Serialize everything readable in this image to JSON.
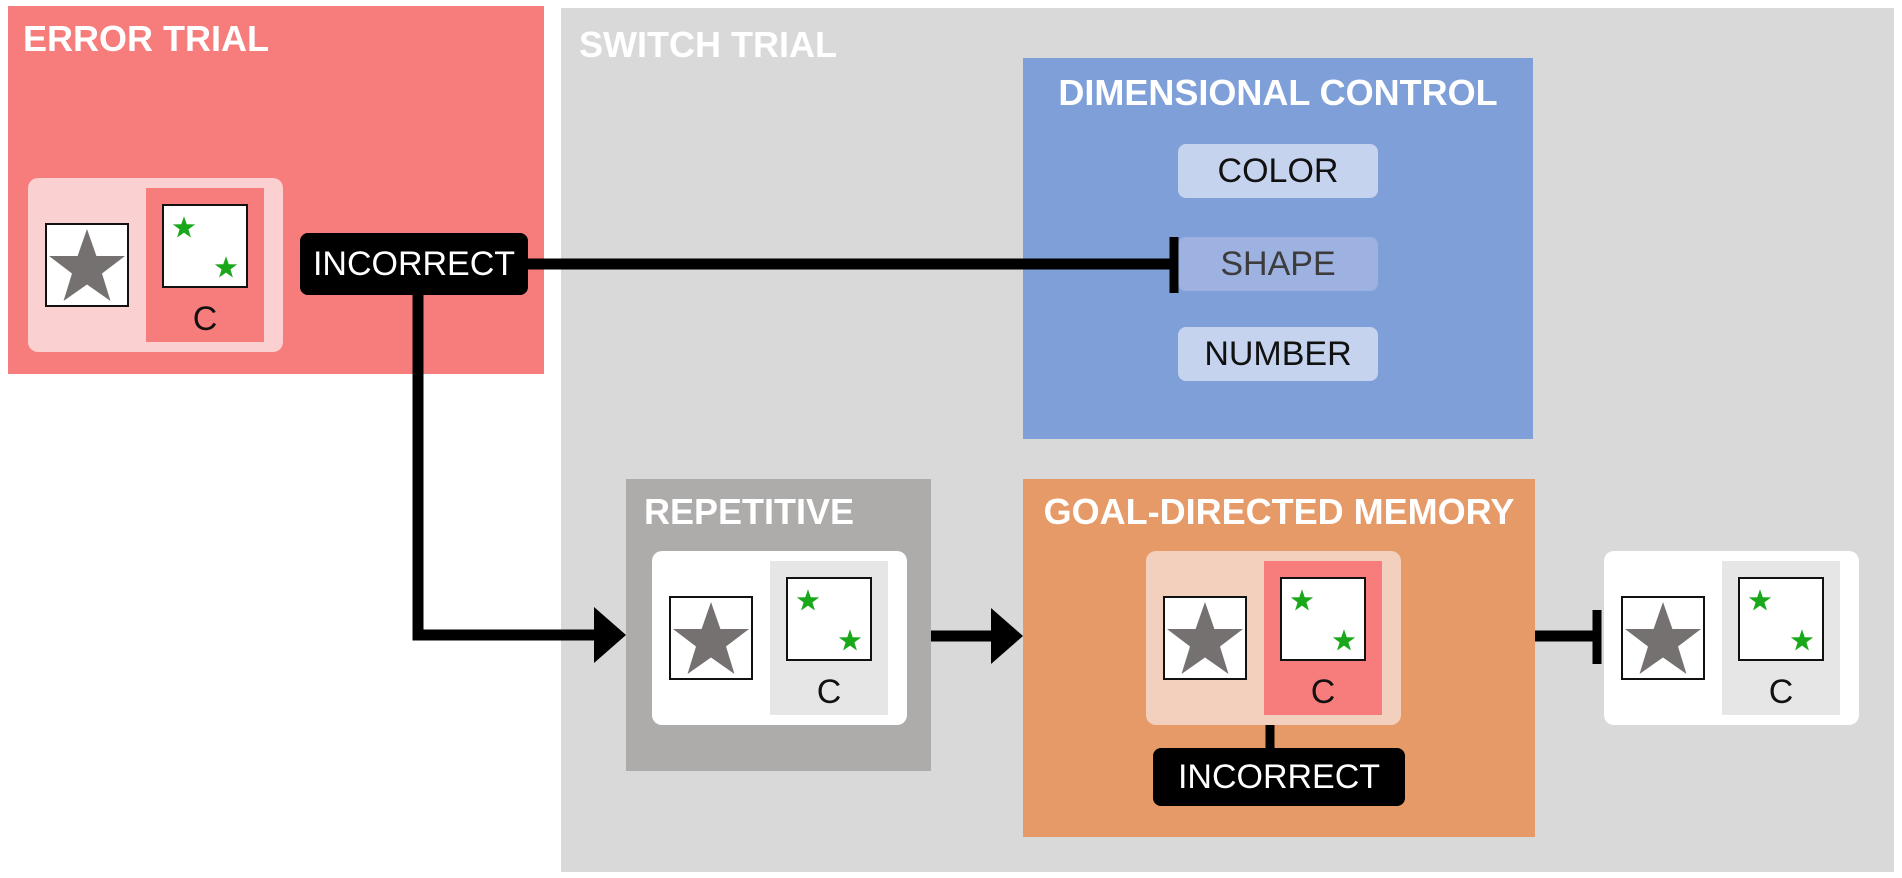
{
  "error_trial": {
    "title": "ERROR TRIAL",
    "incorrect_label": "INCORRECT",
    "choice_letter": "C"
  },
  "switch_trial": {
    "title": "SWITCH TRIAL"
  },
  "dimensional_control": {
    "title": "DIMENSIONAL CONTROL",
    "options": [
      "COLOR",
      "SHAPE",
      "NUMBER"
    ]
  },
  "repetitive": {
    "title": "REPETITIVE",
    "choice_letter": "C"
  },
  "goal_directed_memory": {
    "title": "GOAL-DIRECTED MEMORY",
    "choice_letter": "C",
    "incorrect_label": "INCORRECT"
  },
  "final_trial": {
    "choice_letter": "C"
  },
  "colors": {
    "error_red": "#f77c7c",
    "switch_gray": "#d9d9d9",
    "control_blue": "#7f9fd8",
    "repetitive_gray": "#aeabab",
    "memory_orange": "#e69a67",
    "star_gray": "#757171",
    "small_star_green": "#1aa71a"
  },
  "icons": [
    "large-star-icon",
    "small-star-icon",
    "arrow-icon",
    "inhibition-bar-icon"
  ]
}
